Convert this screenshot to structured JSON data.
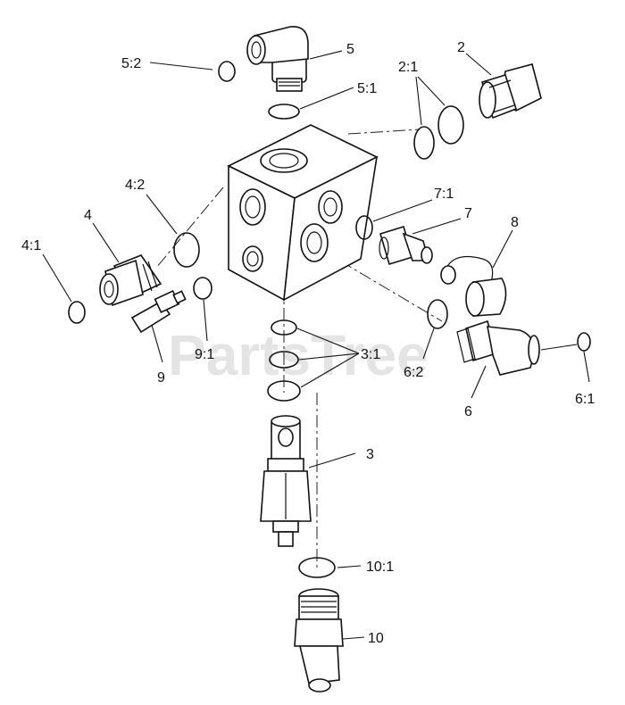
{
  "watermark": "PartsTree",
  "callouts": {
    "c5": "5",
    "c5_2": "5:2",
    "c5_1": "5:1",
    "c2": "2",
    "c2_1": "2:1",
    "c4_2": "4:2",
    "c4": "4",
    "c4_1": "4:1",
    "c7_1": "7:1",
    "c7": "7",
    "c8": "8",
    "c9": "9",
    "c9_1": "9:1",
    "c3_1": "3:1",
    "c6_2": "6:2",
    "c6": "6",
    "c6_1": "6:1",
    "c3": "3",
    "c10_1": "10:1",
    "c10": "10"
  }
}
